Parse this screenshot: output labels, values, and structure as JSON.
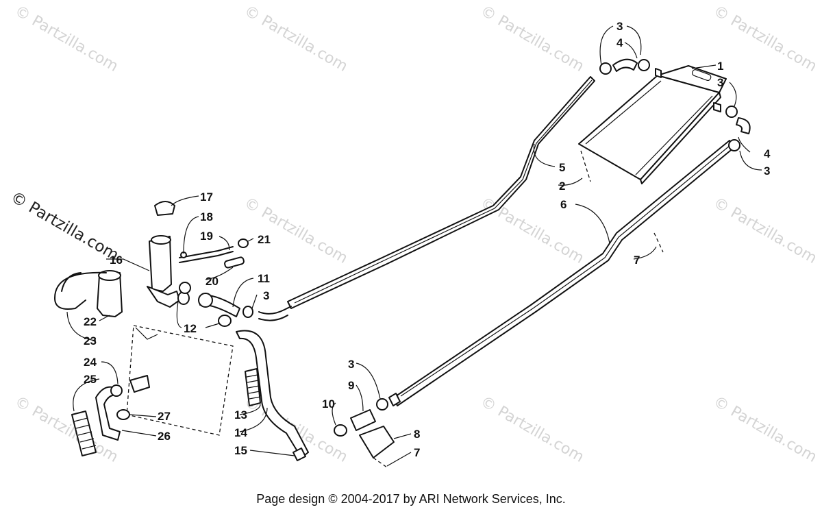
{
  "watermark": {
    "text": "© Partzilla.com"
  },
  "callouts": [
    "1",
    "2",
    "3",
    "4",
    "5",
    "6",
    "7",
    "8",
    "9",
    "10",
    "11",
    "12",
    "13",
    "14",
    "15",
    "16",
    "17",
    "18",
    "19",
    "20",
    "21",
    "22",
    "23",
    "24",
    "25",
    "26",
    "27"
  ],
  "footer": {
    "copyright": "Page design © 2004-2017 by ARI Network Services, Inc."
  },
  "colors": {
    "line": "#111111",
    "watermark": "#d4d4d4",
    "background": "#ffffff"
  }
}
